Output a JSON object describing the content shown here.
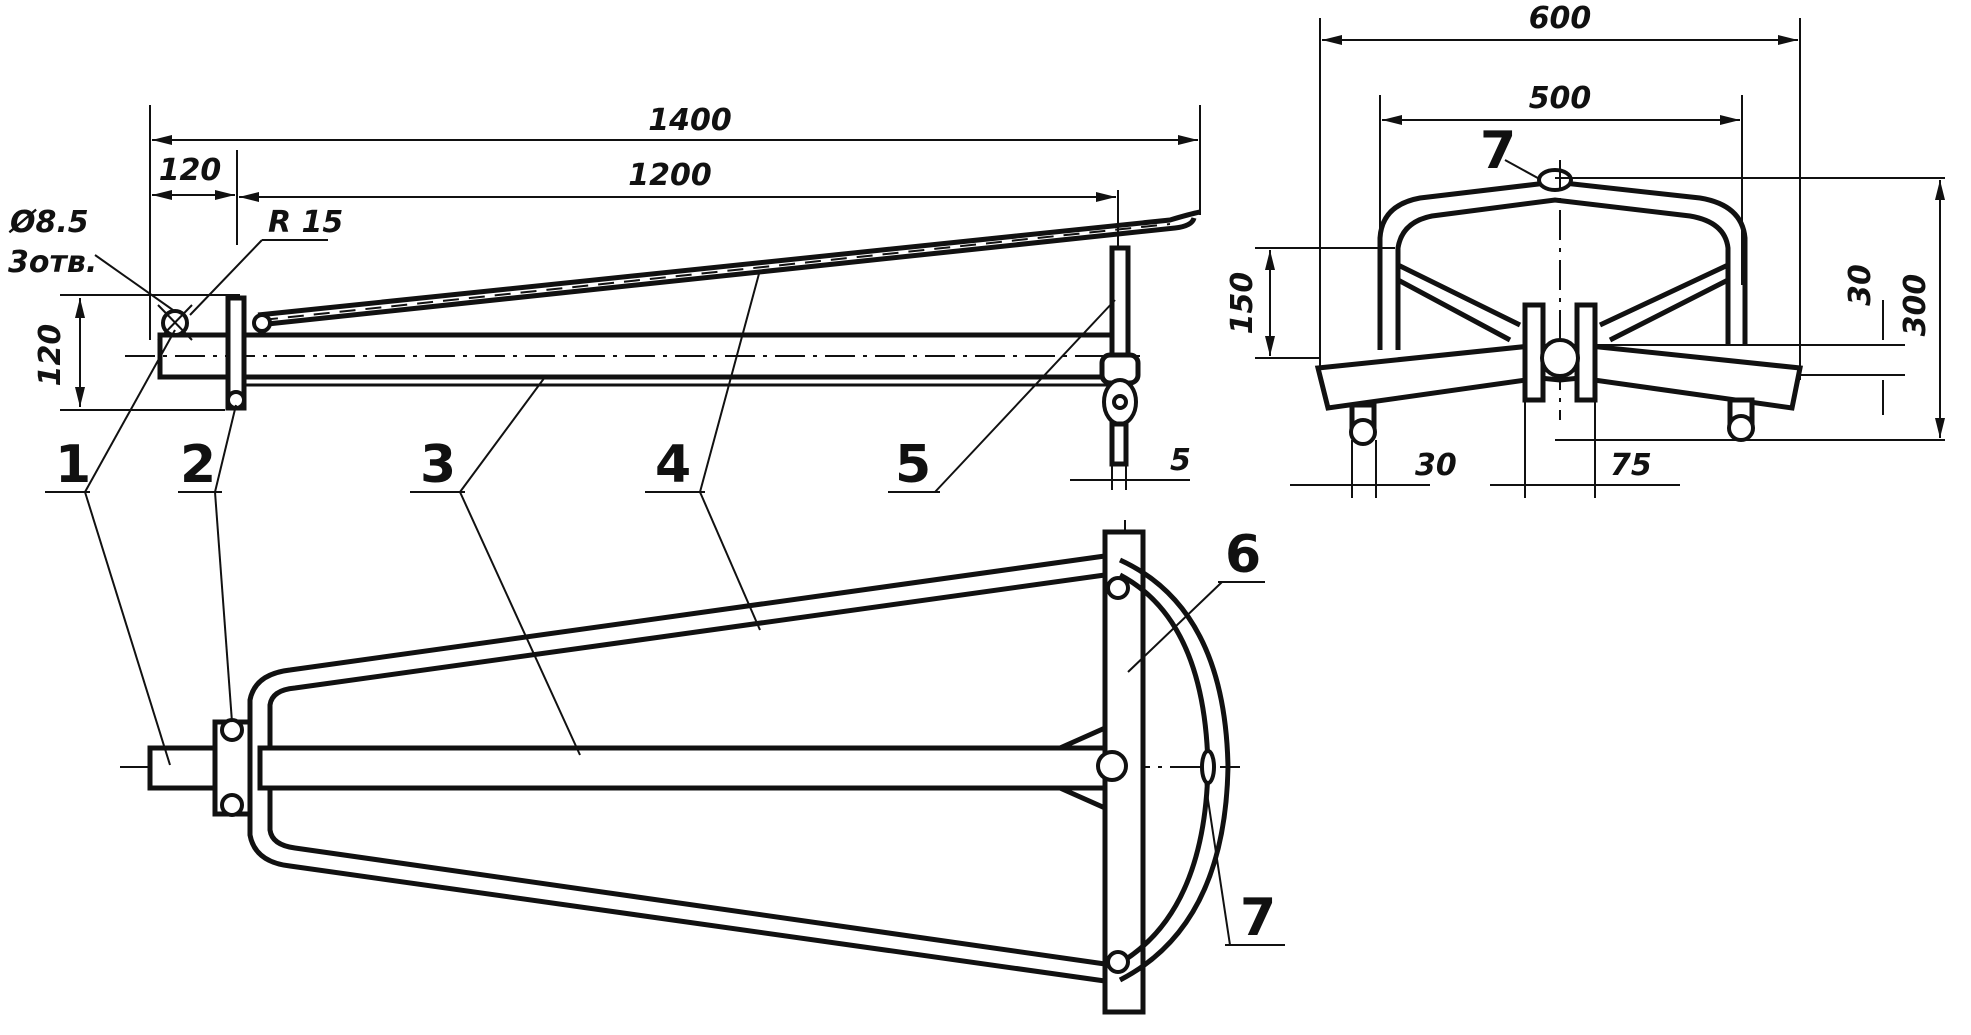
{
  "side_view": {
    "dim_overall": "1400",
    "dim_left": "120",
    "dim_main": "1200",
    "dim_height": "120",
    "hole_dia": "Ø8.5",
    "hole_count": "3отв.",
    "radius": "R 15",
    "dim_small": "5"
  },
  "end_view": {
    "dim_outer_width": "600",
    "dim_inner_width": "500",
    "dim_height_150": "150",
    "dim_30_right": "30",
    "dim_300": "300",
    "dim_30_bottom": "30",
    "dim_75": "75",
    "label_7": "7"
  },
  "callouts": {
    "p1": "1",
    "p2": "2",
    "p3": "3",
    "p4": "4",
    "p5": "5",
    "p6": "6",
    "p7": "7"
  }
}
